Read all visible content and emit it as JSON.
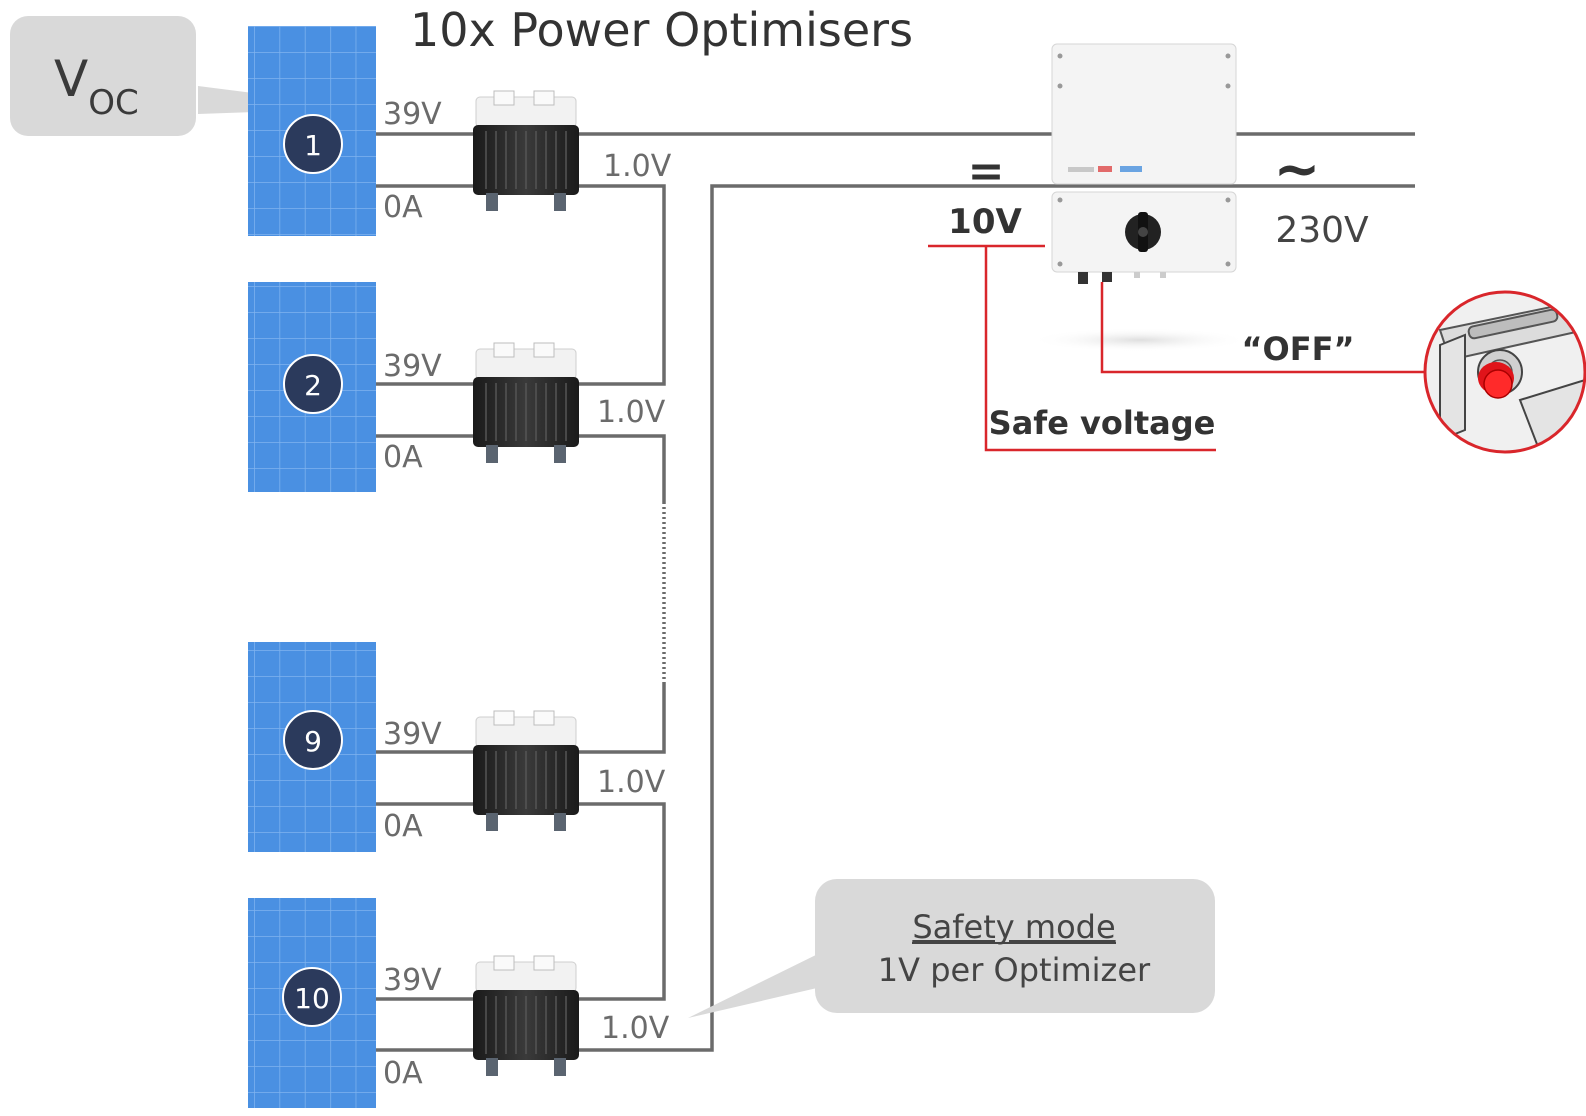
{
  "title": "10x Power Optimisers",
  "voc_callout": {
    "main": "V",
    "sub": "OC"
  },
  "modules": [
    {
      "number": "1",
      "input_voltage": "39V",
      "input_current": "0A",
      "output_voltage": "1.0V"
    },
    {
      "number": "2",
      "input_voltage": "39V",
      "input_current": "0A",
      "output_voltage": "1.0V"
    },
    {
      "number": "9",
      "input_voltage": "39V",
      "input_current": "0A",
      "output_voltage": "1.0V"
    },
    {
      "number": "10",
      "input_voltage": "39V",
      "input_current": "0A",
      "output_voltage": "1.0V"
    }
  ],
  "inverter": {
    "dc_symbol": "=",
    "ac_symbol": "~",
    "dc_voltage": "10V",
    "ac_voltage": "230V",
    "off_label": "“OFF”",
    "safe_voltage_label": "Safe voltage"
  },
  "safety_callout": {
    "title": "Safety mode",
    "body": "1V per Optimizer"
  },
  "colors": {
    "panel_blue": "#4a90e2",
    "badge_navy": "#2b3a5c",
    "wire_grey": "#6b6b6b",
    "callout_grey": "#d9d9d9",
    "accent_red": "#d9262b"
  }
}
